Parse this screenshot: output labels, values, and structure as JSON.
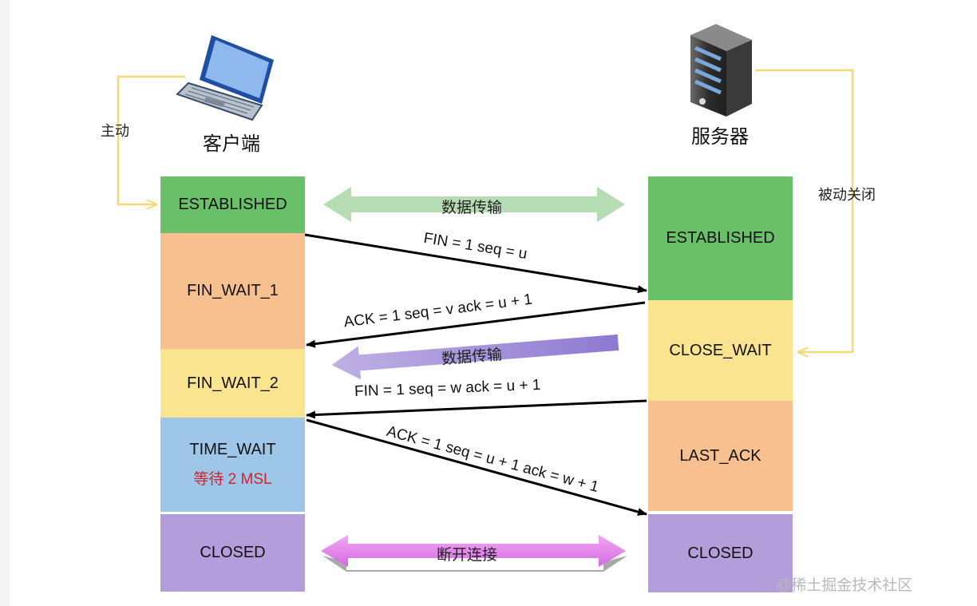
{
  "client": {
    "label": "客户端",
    "note_active": "主动",
    "states": [
      {
        "name": "ESTABLISHED",
        "color": "#6abf69"
      },
      {
        "name": "FIN_WAIT_1",
        "color": "#f8c08f"
      },
      {
        "name": "FIN_WAIT_2",
        "color": "#fbe48f"
      },
      {
        "name": "TIME_WAIT",
        "color": "#9dc6e8",
        "note": "等待 2 MSL"
      },
      {
        "name": "CLOSED",
        "color": "#b39ddb"
      }
    ]
  },
  "server": {
    "label": "服务器",
    "note_passive": "被动关闭",
    "states": [
      {
        "name": "ESTABLISHED",
        "color": "#6abf69"
      },
      {
        "name": "CLOSE_WAIT",
        "color": "#fbe48f"
      },
      {
        "name": "LAST_ACK",
        "color": "#f8c08f"
      },
      {
        "name": "CLOSED",
        "color": "#b39ddb"
      }
    ]
  },
  "messages": [
    "FIN = 1 seq = u",
    "ACK = 1 seq = v ack = u + 1",
    "FIN = 1 seq = w ack = u + 1",
    "ACK = 1 seq = u + 1 ack = w + 1"
  ],
  "bands": {
    "data_transfer_both": "数据传输",
    "data_transfer_server_to_client": "数据传输",
    "disconnect": "断开连接"
  },
  "watermark": "@稀土掘金技术社区",
  "icons": [
    "laptop-icon",
    "server-icon"
  ]
}
